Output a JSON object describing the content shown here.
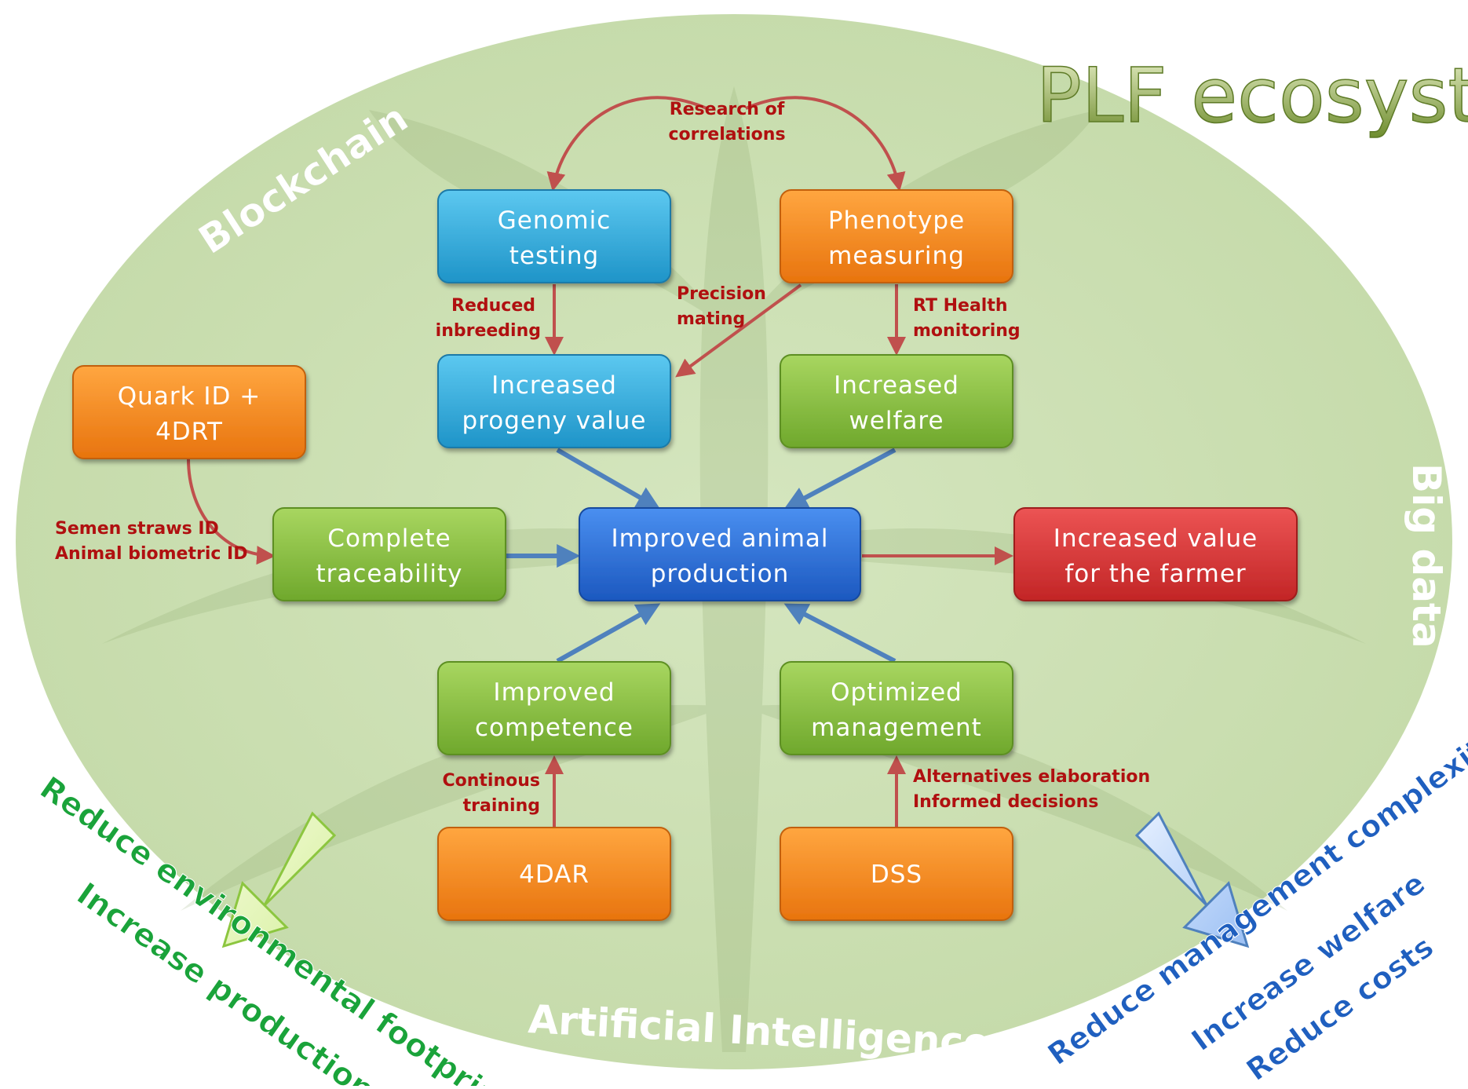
{
  "title": "PLF ecosystem",
  "side_labels": {
    "top_left": "Blockchain",
    "right": "Big data",
    "bottom": "Artificial Intelligence"
  },
  "boxes": {
    "genomic": [
      "Genomic",
      "testing"
    ],
    "phenotype": [
      "Phenotype",
      "measuring"
    ],
    "progeny": [
      "Increased",
      "progeny value"
    ],
    "welfare": [
      "Increased",
      "welfare"
    ],
    "quark": [
      "Quark ID +",
      "4DRT"
    ],
    "traceability": [
      "Complete",
      "traceability"
    ],
    "improved_production": [
      "Improved animal",
      "production"
    ],
    "farmer_value": [
      "Increased value",
      "for the farmer"
    ],
    "competence": [
      "Improved",
      "competence"
    ],
    "management": [
      "Optimized",
      "management"
    ],
    "fourdar": [
      "4DAR"
    ],
    "dss": [
      "DSS"
    ]
  },
  "edge_labels": {
    "correlations": [
      "Research of",
      "correlations"
    ],
    "inbreeding": [
      "Reduced",
      "inbreeding"
    ],
    "mating": [
      "Precision",
      "mating"
    ],
    "health": [
      "RT Health",
      "monitoring"
    ],
    "ids": [
      "Semen straws ID",
      "Animal biometric ID"
    ],
    "training": [
      "Continous",
      "training"
    ],
    "decisions": [
      "Alternatives elaboration",
      "Informed decisions"
    ]
  },
  "goals_left": [
    "Reduce environmental footprint",
    "Increase production"
  ],
  "goals_right": [
    "Reduce management complexity",
    "Increase welfare",
    "Reduce costs"
  ],
  "colors": {
    "ellipse": "#c9ddb0",
    "blue_box": "#35aee0",
    "orange_box": "#f58a1f",
    "green_box": "#8cc63f",
    "center_box": "#2a6fd6",
    "red_box": "#d9393a",
    "red_arrow": "#c0504d",
    "blue_arrow": "#4f81bd",
    "label_red": "#b01010",
    "goal_green": "#1aa33a",
    "goal_blue": "#1f5fbf"
  }
}
